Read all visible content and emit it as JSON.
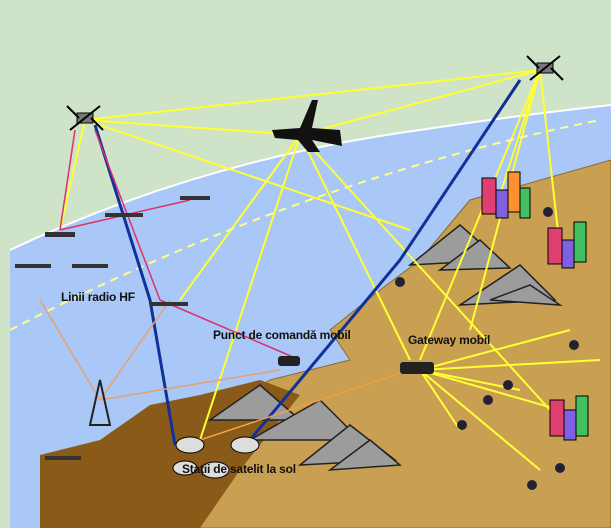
{
  "labels": {
    "hf_radio": "Linii radio HF",
    "mobile_command": "Punct de comandă mobil",
    "mobile_gateway": "Gateway mobil",
    "ground_stations": "Stații de satelit la sol"
  },
  "colors": {
    "background": "#cfe3c9",
    "sea": "#a9c8f7",
    "land": "#c9a052",
    "shore": "#8a5a18",
    "mountain": "#9a9a9a",
    "satellite_link": "#ffff33",
    "backbone_link": "#10309a",
    "hf_link": "#e0306a",
    "ground_link": "#e8a070"
  }
}
